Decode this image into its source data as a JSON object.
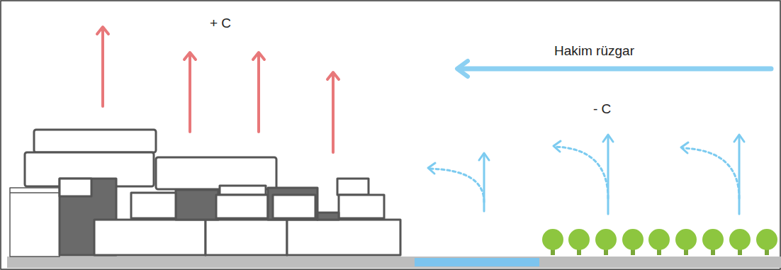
{
  "diagram": {
    "labels": [
      "+ C",
      "Hakim rüzgar",
      "- C"
    ]
  }
}
